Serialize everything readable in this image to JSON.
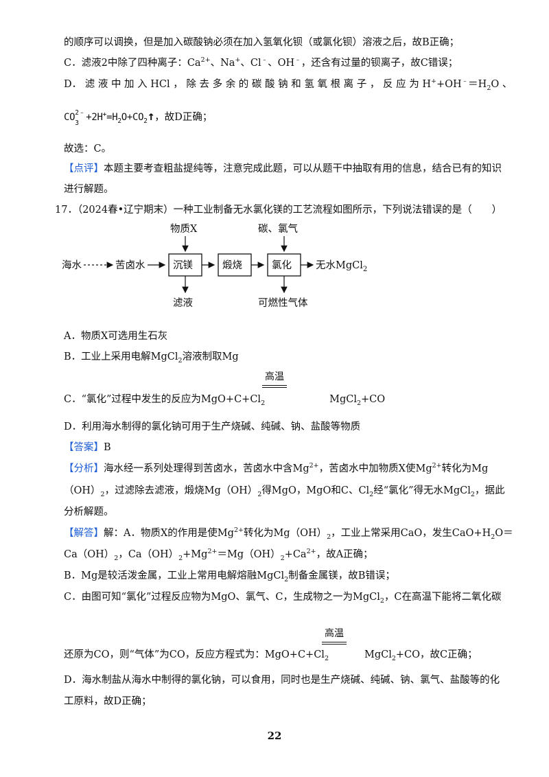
{
  "lines": {
    "l1": "的顺序可以调换，但是加入碳酸钠必须在加入氢氧化钡（或氯化钡）溶液之后，故B正确；",
    "l2a": "C．滤液2中除了四种离子：Ca",
    "l2b": "、Na",
    "l2c": "、Cl",
    "l2d": "、OH",
    "l2e": "，还含有过量的钡离子，故C错误；",
    "l3a": "D． 滤 液 中 加 入 HCl ， 除 去 多 余 的 碳 酸 钠 和 氢 氧 根 离 子 ， 反 应 为 H",
    "l3b": "+OH",
    "l3c": "＝H",
    "l3d": "O 、",
    "l4eq": "CO",
    "l4eq2": "+2H",
    "l4eq3": "=H",
    "l4eq4": "O+CO",
    "l4eq5": "↑",
    "l4tail": "，故D正确；",
    "l5": "故选：C。",
    "l6tag": "【点评】",
    "l6": "本题主要考查粗盐提纯等，注意完成此题，可以从题干中抽取有用的信息，结合已有的知识",
    "l7": "进行解题。",
    "q17": "17．（2024春•辽宁期末）一种工业制备无水氯化镁的工艺流程如图所示，下列说法错误的是（　　）",
    "optA": "A．物质X可选用生石灰",
    "optB1": "B．工业上采用电解MgCl",
    "optB2": "溶液制取Mg",
    "optC1": "C．“氯化”过程中发生的反应为MgO+C+Cl",
    "optC2": "MgCl",
    "optC3": "+CO",
    "optD": "D．利用海水制得的氯化钠可用于生产烧碱、纯碱、钠、盐酸等物质",
    "ansTag": "【答案】",
    "ans": "B",
    "anaTag": "【分析】",
    "ana1a": "海水经一系列处理得到苦卤水，苦卤水中含Mg",
    "ana1b": "，苦卤水中加物质X使Mg",
    "ana1c": "转化为Mg",
    "ana2a": "（OH）",
    "ana2b": "，过滤除去滤液，煅烧Mg（OH）",
    "ana2c": "得MgO，MgO和C、Cl",
    "ana2d": "经“氯化”得无水MgCl",
    "ana2e": "，据此",
    "ana3": "分析解题。",
    "solTag": "【解答】",
    "sol1a": "解：A．物质X的作用是使Mg",
    "sol1b": "转化为Mg（OH）",
    "sol1c": "，工业上常采用CaO，发生CaO+H",
    "sol1d": "O＝",
    "sol2a": "Ca（OH）",
    "sol2b": "，Ca（OH）",
    "sol2c": "+Mg",
    "sol2d": "＝Mg（OH）",
    "sol2e": "+Ca",
    "sol2f": "，故A正确；",
    "sol3a": "B．Mg是较活泼金属，工业上常用电解熔融MgCl",
    "sol3b": "制备金属镁，故B错误；",
    "sol4a": "C．由图可知“氯化”过程反应物为MgO、氯气、C，生成物之一为MgCl",
    "sol4b": "，C在高温下能将二氧化碳",
    "sol5a": "还原为CO，则“气体”为CO，反应方程式为：MgO+C+Cl",
    "sol5b": "MgCl",
    "sol5c": "+CO，故C正确；",
    "sol6": "D．海水制盐从海水中制得的氯化钠，可以食用，同时也是生产烧碱、纯碱、钠、氯气、盐酸等的化",
    "sol7": "工原料，故D正确；"
  },
  "sup": {
    "two_plus": "2+",
    "plus": "+",
    "minus": "﹣",
    "two_minus": "2﹣"
  },
  "sub": {
    "two": "2",
    "three": "3"
  },
  "condition": "高温",
  "diagram": {
    "seawater": "海水",
    "brine": "苦卤水",
    "step1": "沉镁",
    "step2": "煅烧",
    "step3": "氯化",
    "product": "无水MgCl",
    "product_sub": "2",
    "input1": "物质X",
    "input2": "碳、氯气",
    "output1": "滤液",
    "output2": "可燃性气体"
  },
  "page_number": "22"
}
